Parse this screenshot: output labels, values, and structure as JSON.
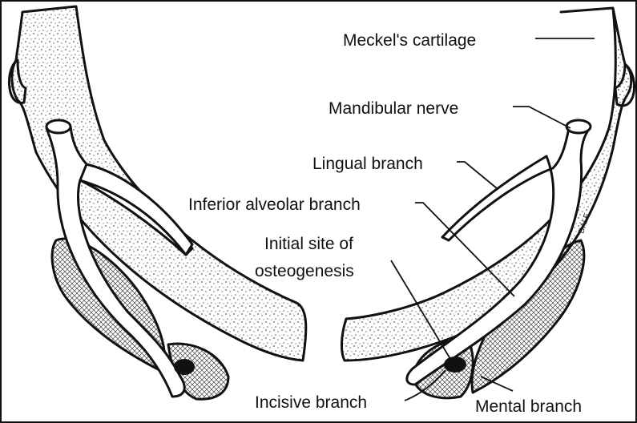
{
  "labels": {
    "meckels_cartilage": "Meckel's cartilage",
    "mandibular_nerve": "Mandibular nerve",
    "lingual_branch": "Lingual branch",
    "inferior_alveolar_branch": "Inferior alveolar branch",
    "initial_site_line1": "Initial site of",
    "initial_site_line2": "osteogenesis",
    "incisive_branch": "Incisive branch",
    "mental_branch": "Mental branch"
  },
  "signature": "DALE",
  "colors": {
    "ink": "#111111",
    "background": "#ffffff",
    "stipple": "#555555",
    "crosshatch": "#444444"
  }
}
